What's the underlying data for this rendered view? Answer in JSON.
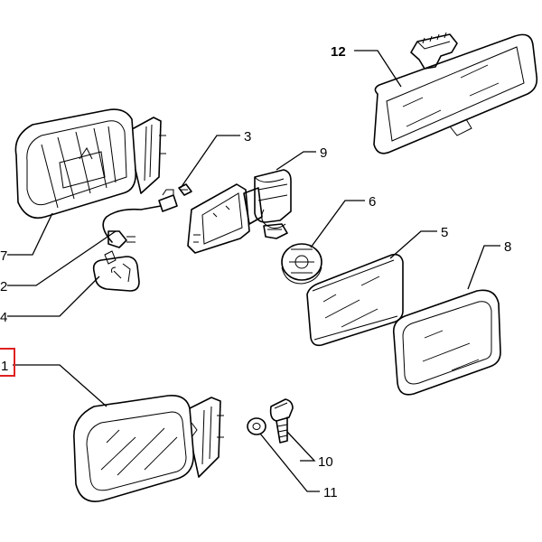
{
  "callouts": [
    {
      "id": "p1",
      "label": "1"
    },
    {
      "id": "p2",
      "label": "2"
    },
    {
      "id": "p3",
      "label": "3"
    },
    {
      "id": "p4",
      "label": "4"
    },
    {
      "id": "p5",
      "label": "5"
    },
    {
      "id": "p6",
      "label": "6"
    },
    {
      "id": "p7",
      "label": "7"
    },
    {
      "id": "p8",
      "label": "8"
    },
    {
      "id": "p9",
      "label": "9"
    },
    {
      "id": "p10",
      "label": "10"
    },
    {
      "id": "p11",
      "label": "11"
    },
    {
      "id": "p12",
      "label": "12"
    }
  ],
  "highlight": {
    "label": "1",
    "color": "#e02020"
  }
}
